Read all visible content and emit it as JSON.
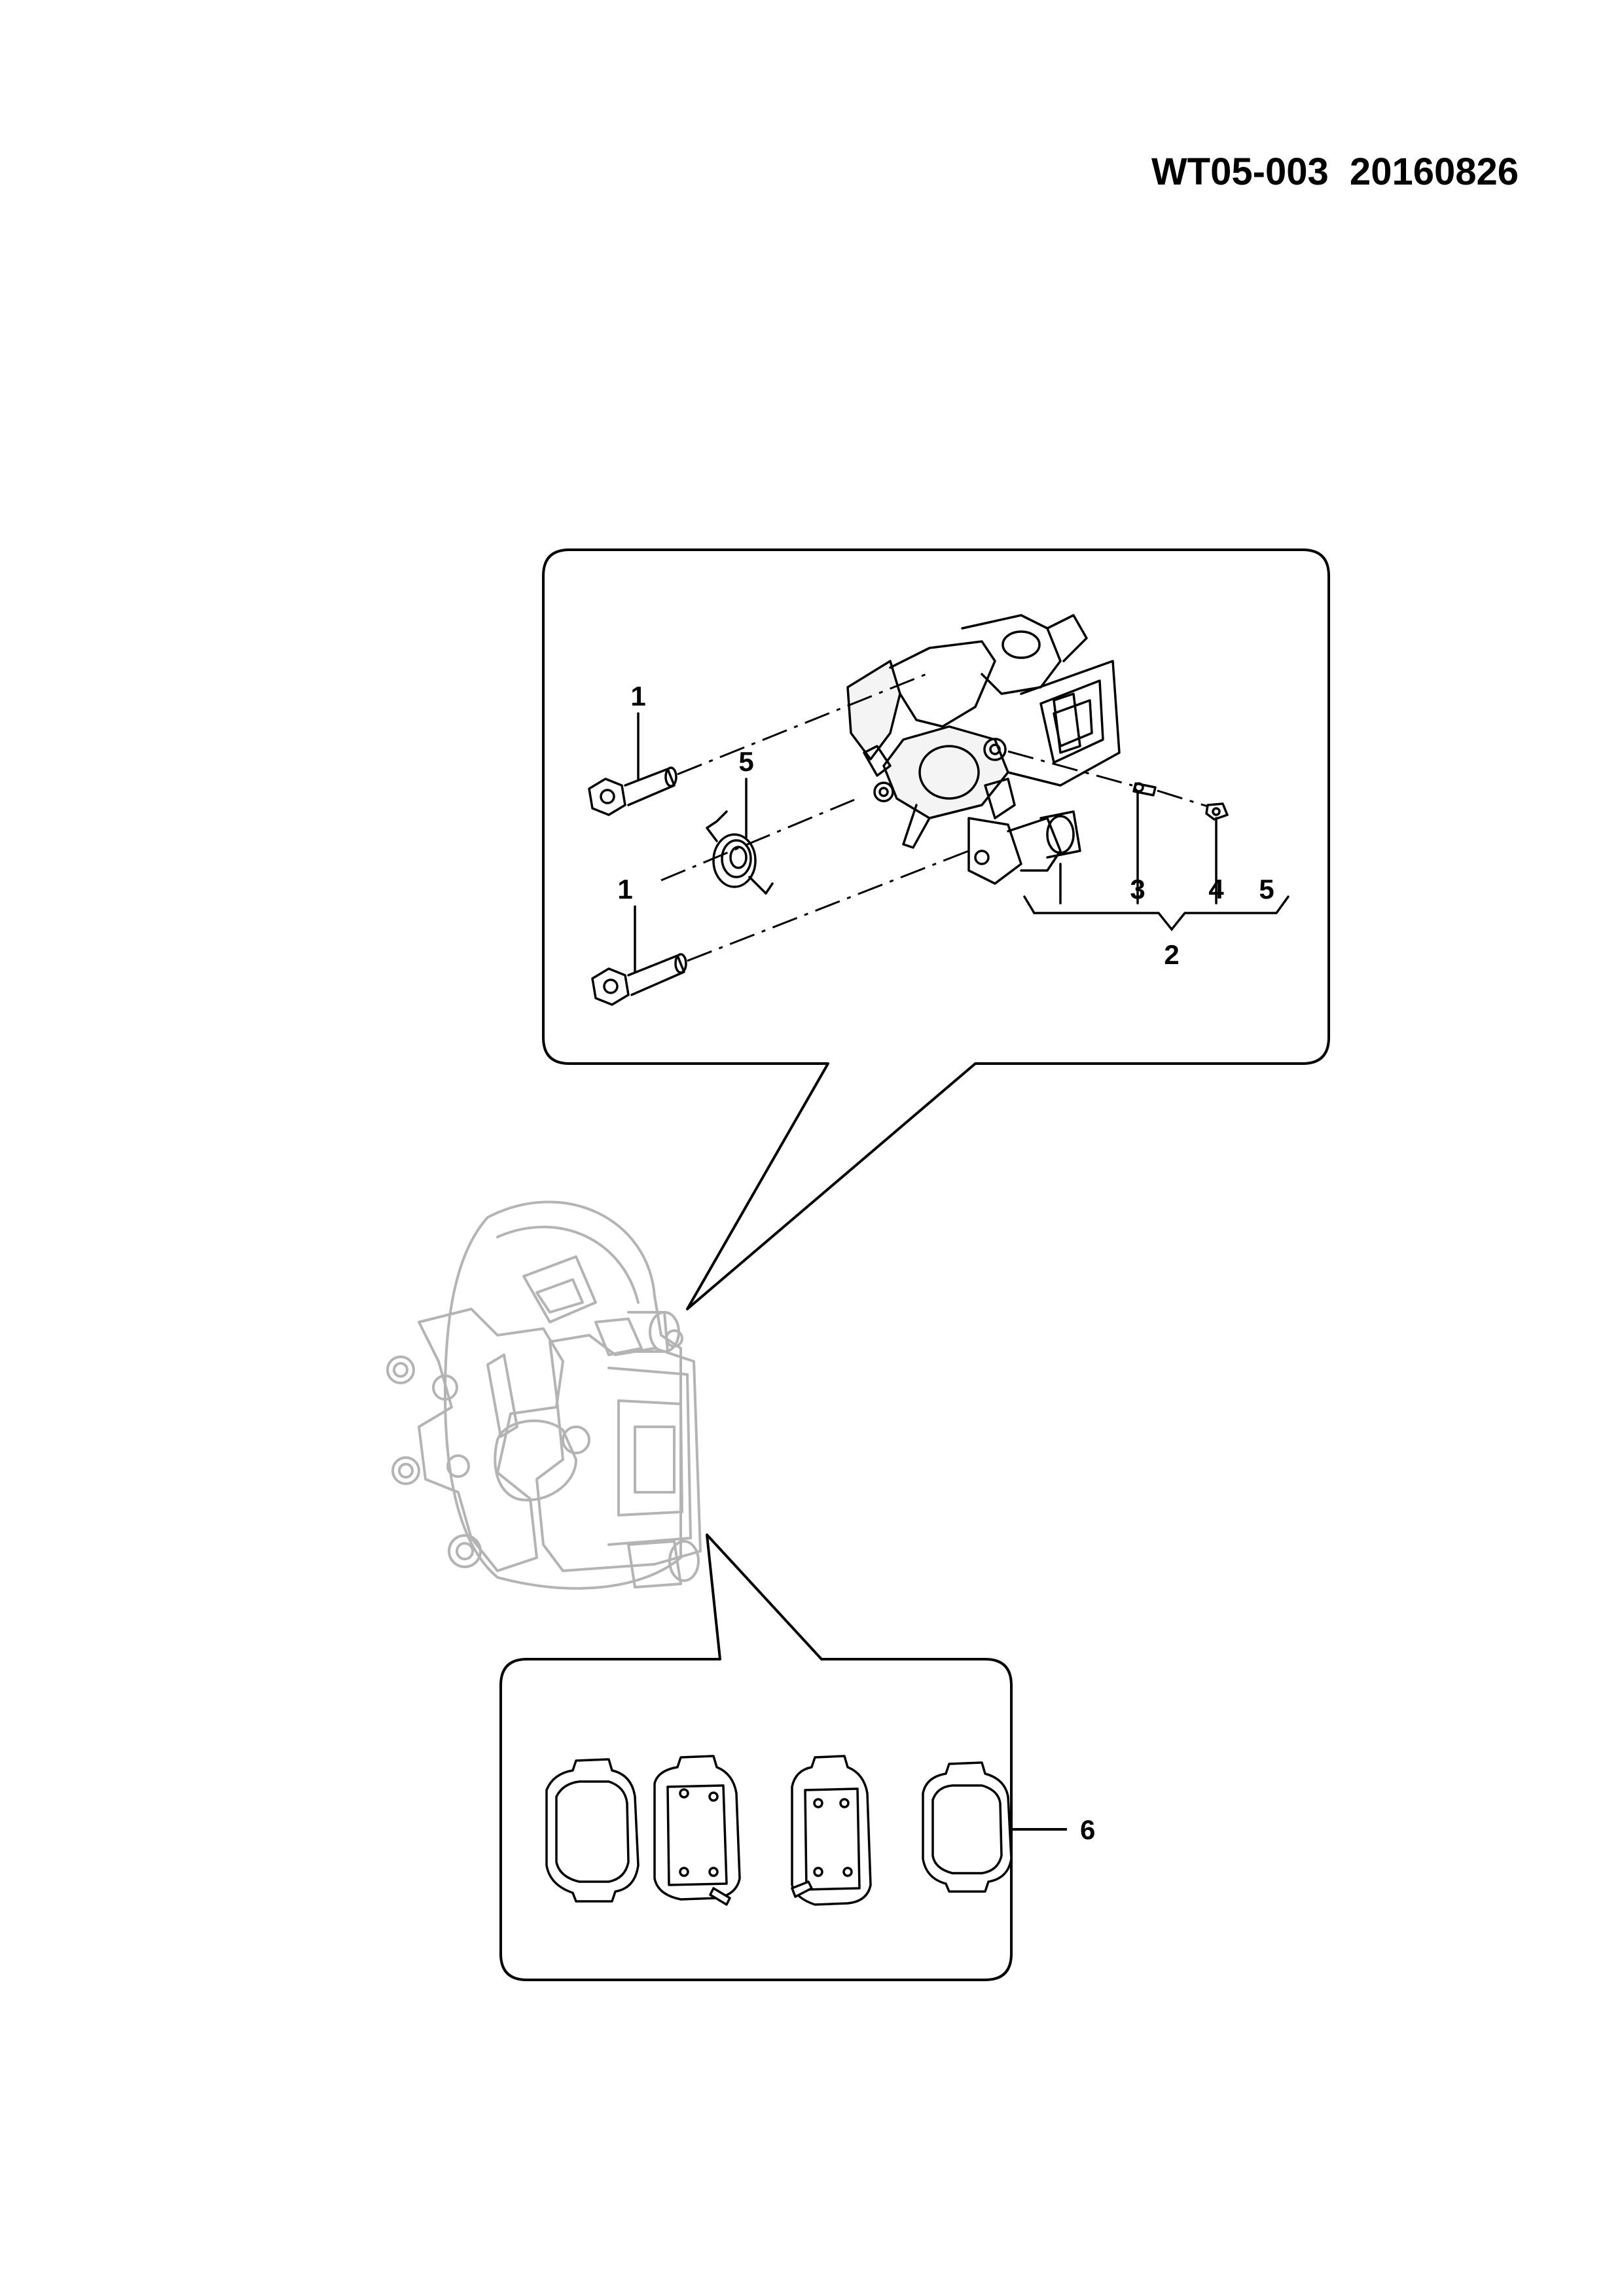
{
  "header": {
    "document_code": "WT05-003  20160826"
  },
  "callouts": {
    "upper": [
      {
        "id": "callout-1-upper",
        "label": "1"
      },
      {
        "id": "callout-5-spring",
        "label": "5"
      },
      {
        "id": "callout-1-lower",
        "label": "1"
      },
      {
        "id": "callout-3",
        "label": "3"
      },
      {
        "id": "callout-4",
        "label": "4"
      },
      {
        "id": "callout-5-kit",
        "label": "5"
      },
      {
        "id": "callout-2",
        "label": "2"
      }
    ],
    "lower": [
      {
        "id": "callout-6",
        "label": "6"
      }
    ]
  },
  "colors": {
    "line": "#000000",
    "ghost": "#b4b4b4",
    "fill_light": "#f4f4f4"
  }
}
